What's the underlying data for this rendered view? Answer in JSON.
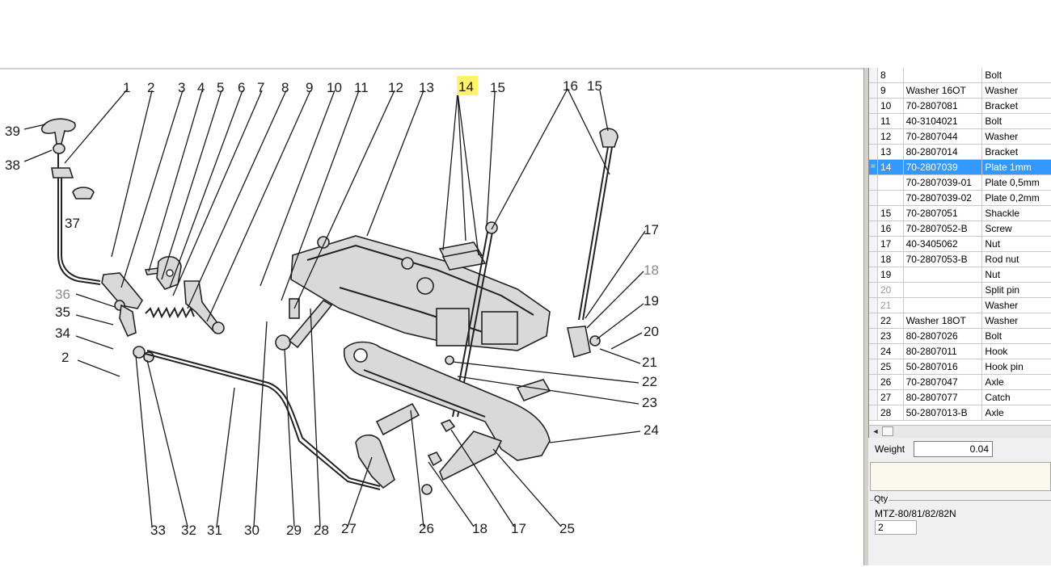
{
  "diagram": {
    "callouts": [
      {
        "label": "1",
        "gray": false
      },
      {
        "label": "2",
        "gray": false
      },
      {
        "label": "3",
        "gray": false
      },
      {
        "label": "4",
        "gray": false
      },
      {
        "label": "5",
        "gray": false
      },
      {
        "label": "6",
        "gray": false
      },
      {
        "label": "7",
        "gray": false
      },
      {
        "label": "8",
        "gray": false
      },
      {
        "label": "9",
        "gray": false
      },
      {
        "label": "10",
        "gray": false
      },
      {
        "label": "11",
        "gray": false
      },
      {
        "label": "12",
        "gray": false
      },
      {
        "label": "13",
        "gray": false
      },
      {
        "label": "14",
        "gray": false,
        "highlighted": true
      },
      {
        "label": "15",
        "gray": false
      },
      {
        "label": "16",
        "gray": false
      },
      {
        "label": "15",
        "gray": false
      },
      {
        "label": "39",
        "gray": false
      },
      {
        "label": "38",
        "gray": false
      },
      {
        "label": "37",
        "gray": false
      },
      {
        "label": "36",
        "gray": true
      },
      {
        "label": "35",
        "gray": false
      },
      {
        "label": "34",
        "gray": false
      },
      {
        "label": "2",
        "gray": false
      },
      {
        "label": "17",
        "gray": false
      },
      {
        "label": "18",
        "gray": true
      },
      {
        "label": "19",
        "gray": false
      },
      {
        "label": "20",
        "gray": false
      },
      {
        "label": "21",
        "gray": false
      },
      {
        "label": "22",
        "gray": false
      },
      {
        "label": "23",
        "gray": false
      },
      {
        "label": "24",
        "gray": false
      },
      {
        "label": "33",
        "gray": false
      },
      {
        "label": "32",
        "gray": false
      },
      {
        "label": "31",
        "gray": false
      },
      {
        "label": "30",
        "gray": false
      },
      {
        "label": "29",
        "gray": false
      },
      {
        "label": "28",
        "gray": false
      },
      {
        "label": "27",
        "gray": false
      },
      {
        "label": "26",
        "gray": false
      },
      {
        "label": "18",
        "gray": false
      },
      {
        "label": "17",
        "gray": false
      },
      {
        "label": "25",
        "gray": false
      }
    ]
  },
  "parts_table": {
    "rows": [
      {
        "indicator": "",
        "num": "8",
        "code": "",
        "name": "Bolt",
        "selected": false,
        "faded": false
      },
      {
        "indicator": "",
        "num": "9",
        "code": "Washer 16OT",
        "name": "Washer",
        "selected": false,
        "faded": false
      },
      {
        "indicator": "",
        "num": "10",
        "code": "70-2807081",
        "name": "Bracket",
        "selected": false,
        "faded": false
      },
      {
        "indicator": "",
        "num": "11",
        "code": "40-3104021",
        "name": "Bolt",
        "selected": false,
        "faded": false
      },
      {
        "indicator": "",
        "num": "12",
        "code": "70-2807044",
        "name": "Washer",
        "selected": false,
        "faded": false
      },
      {
        "indicator": "",
        "num": "13",
        "code": "80-2807014",
        "name": "Bracket",
        "selected": false,
        "faded": false
      },
      {
        "indicator": "=",
        "num": "14",
        "code": "70-2807039",
        "name": "Plate 1mm",
        "selected": true,
        "faded": false
      },
      {
        "indicator": "",
        "num": "",
        "code": "70-2807039-01",
        "name": "Plate 0,5mm",
        "selected": false,
        "faded": false
      },
      {
        "indicator": "",
        "num": "",
        "code": "70-2807039-02",
        "name": "Plate 0,2mm",
        "selected": false,
        "faded": false
      },
      {
        "indicator": "",
        "num": "15",
        "code": "70-2807051",
        "name": "Shackle",
        "selected": false,
        "faded": false
      },
      {
        "indicator": "",
        "num": "16",
        "code": "70-2807052-B",
        "name": "Screw",
        "selected": false,
        "faded": false
      },
      {
        "indicator": "",
        "num": "17",
        "code": "40-3405062",
        "name": "Nut",
        "selected": false,
        "faded": false
      },
      {
        "indicator": "",
        "num": "18",
        "code": "70-2807053-B",
        "name": "Rod nut",
        "selected": false,
        "faded": false
      },
      {
        "indicator": "",
        "num": "19",
        "code": "",
        "name": "Nut",
        "selected": false,
        "faded": false
      },
      {
        "indicator": "",
        "num": "20",
        "code": "",
        "name": "Split pin",
        "selected": false,
        "faded": true
      },
      {
        "indicator": "",
        "num": "21",
        "code": "",
        "name": "Washer",
        "selected": false,
        "faded": true
      },
      {
        "indicator": "",
        "num": "22",
        "code": "Washer 18OT",
        "name": "Washer",
        "selected": false,
        "faded": false
      },
      {
        "indicator": "",
        "num": "23",
        "code": "80-2807026",
        "name": "Bolt",
        "selected": false,
        "faded": false
      },
      {
        "indicator": "",
        "num": "24",
        "code": "80-2807011",
        "name": "Hook",
        "selected": false,
        "faded": false
      },
      {
        "indicator": "",
        "num": "25",
        "code": "50-2807016",
        "name": "Hook pin",
        "selected": false,
        "faded": false
      },
      {
        "indicator": "",
        "num": "26",
        "code": "70-2807047",
        "name": "Axle",
        "selected": false,
        "faded": false
      },
      {
        "indicator": "",
        "num": "27",
        "code": "80-2807077",
        "name": "Catch",
        "selected": false,
        "faded": false
      },
      {
        "indicator": "",
        "num": "28",
        "code": "50-2807013-B",
        "name": "Axle",
        "selected": false,
        "faded": false
      }
    ]
  },
  "scrollbar": {
    "left_arrow_icon": "arrow-left-icon"
  },
  "weight": {
    "label": "Weight",
    "value": "0.04"
  },
  "memo": {
    "text": ""
  },
  "qty": {
    "title": "Qty",
    "model": "MTZ-80/81/82/82N",
    "value": "2"
  }
}
